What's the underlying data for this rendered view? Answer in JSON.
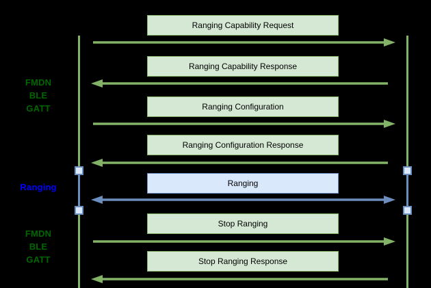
{
  "diagram_type": "sequence-diagram",
  "colors": {
    "background": "#000000",
    "green_fill": "#d5e8d4",
    "green_stroke": "#82b366",
    "green_phase_text": "#006600",
    "blue_fill": "#dae8fc",
    "blue_stroke": "#6c8ebf",
    "blue_phase_text": "#0000ff",
    "message_text": "#000000"
  },
  "phases": [
    {
      "id": "fmdn-ble-gatt-top",
      "lines": [
        "FMDN",
        "BLE",
        "GATT"
      ],
      "color": "#006600"
    },
    {
      "id": "ranging",
      "lines": [
        "Ranging"
      ],
      "color": "#0000ff"
    },
    {
      "id": "fmdn-ble-gatt-bottom",
      "lines": [
        "FMDN",
        "BLE",
        "GATT"
      ],
      "color": "#006600"
    }
  ],
  "messages": [
    {
      "label": "Ranging Capability Request",
      "direction": "right",
      "style": "green"
    },
    {
      "label": "Ranging Capability Response",
      "direction": "left",
      "style": "green"
    },
    {
      "label": "Ranging Configuration",
      "direction": "right",
      "style": "green"
    },
    {
      "label": "Ranging Configuration Response",
      "direction": "left",
      "style": "green"
    },
    {
      "label": "Ranging",
      "direction": "both",
      "style": "blue"
    },
    {
      "label": "Stop Ranging",
      "direction": "right",
      "style": "green"
    },
    {
      "label": "Stop Ranging Response",
      "direction": "left",
      "style": "green"
    }
  ]
}
